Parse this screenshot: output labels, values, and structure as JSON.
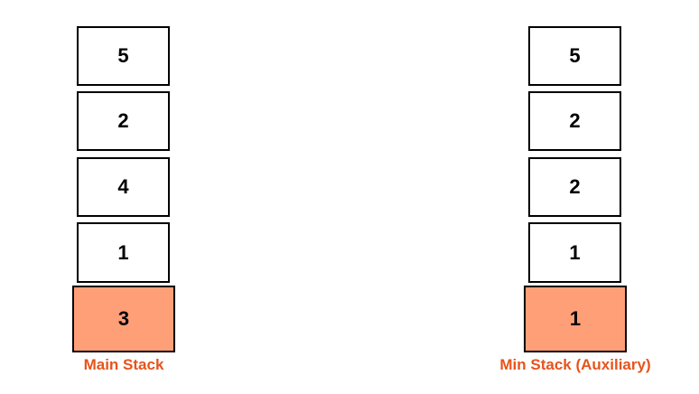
{
  "main_stack": {
    "caption": "Main Stack",
    "items": [
      "5",
      "2",
      "4",
      "1",
      "3"
    ]
  },
  "min_stack": {
    "caption": "Min Stack (Auxiliary)",
    "items": [
      "5",
      "2",
      "2",
      "1",
      "1"
    ]
  },
  "colors": {
    "bottom_fill": "#ff9f78",
    "caption": "#e8531c",
    "border": "#000000"
  }
}
